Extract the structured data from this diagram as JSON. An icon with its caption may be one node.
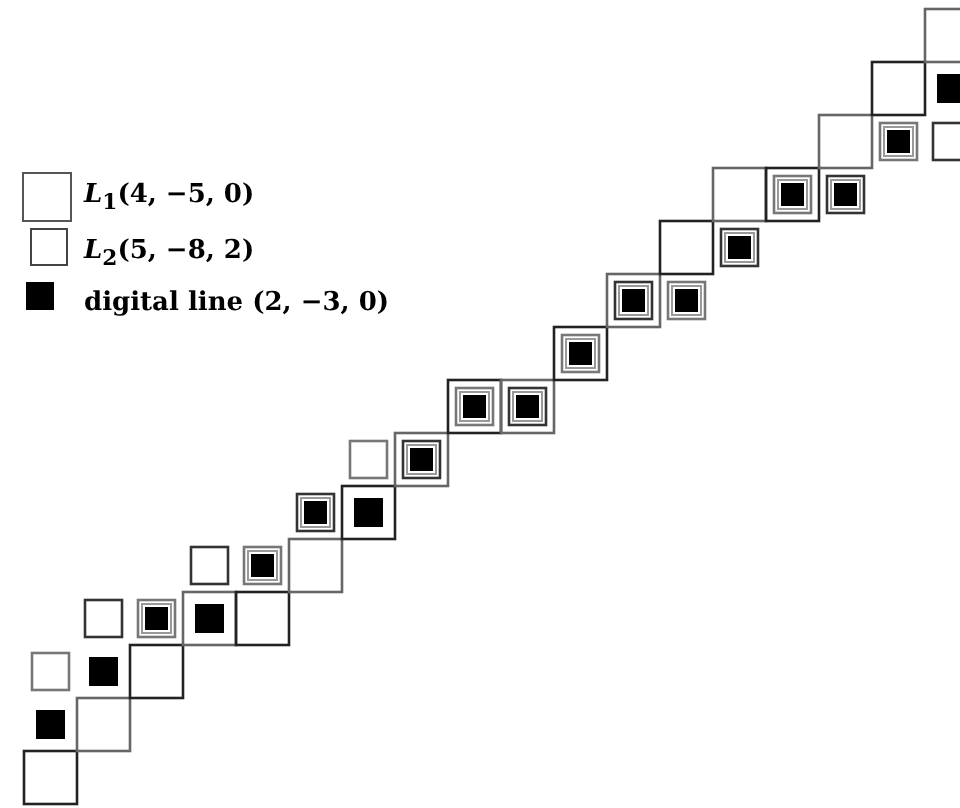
{
  "diagram": {
    "legend": [
      {
        "text": "*L*$_{1}$(4, −5, 0)"
      },
      {
        "text": "*L*$_{2}$(5, −8, 2)"
      },
      {
        "text": "digital line (2, −3, 0)"
      }
    ]
  }
}
